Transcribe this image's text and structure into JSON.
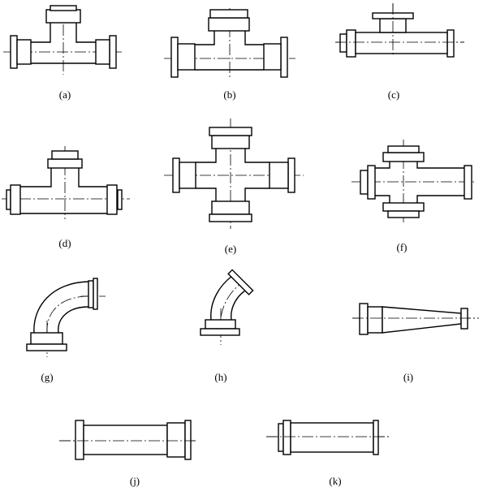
{
  "figures": [
    {
      "id": "a",
      "label": "(a)",
      "name": "equal tee, flanged ends"
    },
    {
      "id": "b",
      "label": "(b)",
      "name": "tee with wide branch"
    },
    {
      "id": "c",
      "label": "(c)",
      "name": "reducing tee, double flanges"
    },
    {
      "id": "d",
      "label": "(d)",
      "name": "tee with short branch"
    },
    {
      "id": "e",
      "label": "(e)",
      "name": "cross"
    },
    {
      "id": "f",
      "label": "(f)",
      "name": "reducing cross"
    },
    {
      "id": "g",
      "label": "(g)",
      "name": "90 degree elbow"
    },
    {
      "id": "h",
      "label": "(h)",
      "name": "45 degree elbow"
    },
    {
      "id": "i",
      "label": "(i)",
      "name": "concentric reducer"
    },
    {
      "id": "j",
      "label": "(j)",
      "name": "straight pipe section"
    },
    {
      "id": "k",
      "label": "(k)",
      "name": "short pipe section"
    }
  ]
}
